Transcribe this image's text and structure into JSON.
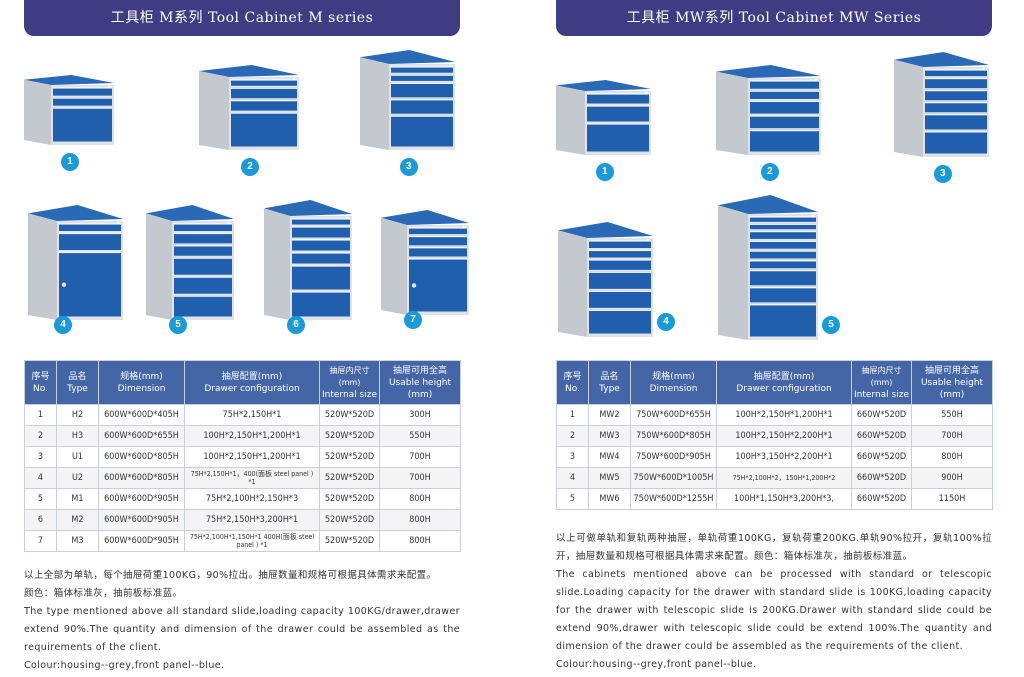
{
  "left": {
    "banner": "工具柜 M系列 Tool Cabinet M series",
    "cabinets": [
      {
        "num": "1",
        "drawers": [
          0.18,
          0.18,
          0.64
        ],
        "door": false
      },
      {
        "num": "2",
        "drawers": [
          0.12,
          0.18,
          0.18,
          0.52
        ],
        "door": false
      },
      {
        "num": "3",
        "drawers": [
          0.1,
          0.1,
          0.2,
          0.2,
          0.4
        ],
        "door": false
      },
      {
        "num": "4",
        "drawers": [
          0.1,
          0.2,
          0.7
        ],
        "door": true
      },
      {
        "num": "5",
        "drawers": [
          0.1,
          0.13,
          0.13,
          0.2,
          0.2,
          0.24
        ],
        "door": false
      },
      {
        "num": "6",
        "drawers": [
          0.08,
          0.13,
          0.13,
          0.13,
          0.26,
          0.27
        ],
        "door": false
      },
      {
        "num": "7",
        "drawers": [
          0.1,
          0.13,
          0.13,
          0.64
        ],
        "door": true
      }
    ],
    "table": {
      "headers": [
        {
          "cn": "序号",
          "en": "No."
        },
        {
          "cn": "品名",
          "en": "Type"
        },
        {
          "cn": "规格(mm)",
          "en": "Dimension"
        },
        {
          "cn": "抽屉配置(mm)",
          "en": "Drawer configuration"
        },
        {
          "cn": "抽屉内尺寸(mm)",
          "en": "Internal size"
        },
        {
          "cn": "抽屉可用全高",
          "en": "Usable height (mm)"
        }
      ],
      "rows": [
        {
          "no": "1",
          "type": "H2",
          "dim": "600W*600D*405H",
          "config": "75H*2,150H*1",
          "internal": "520W*520D",
          "height": "300H"
        },
        {
          "no": "2",
          "type": "H3",
          "dim": "600W*600D*655H",
          "config": "100H*2,150H*1,200H*1",
          "internal": "520W*520D",
          "height": "550H"
        },
        {
          "no": "3",
          "type": "U1",
          "dim": "600W*600D*805H",
          "config": "100H*2,150H*1,200H*1",
          "internal": "520W*520D",
          "height": "700H"
        },
        {
          "no": "4",
          "type": "U2",
          "dim": "600W*600D*805H",
          "config": "75H*2,150H*1，400(面板 steel panel ) *1",
          "internal": "520W*520D",
          "height": "700H",
          "small": true
        },
        {
          "no": "5",
          "type": "M1",
          "dim": "600W*600D*905H",
          "config": "75H*2,100H*2,150H*3",
          "internal": "520W*520D",
          "height": "800H"
        },
        {
          "no": "6",
          "type": "M2",
          "dim": "600W*600D*905H",
          "config": "75H*2,150H*3,200H*1",
          "internal": "520W*520D",
          "height": "800H"
        },
        {
          "no": "7",
          "type": "M3",
          "dim": "600W*600D*905H",
          "config": "75H*2,100H*1,150H*1 400H(面板 steel panel ) *1",
          "internal": "520W*520D",
          "height": "800H",
          "small": true
        }
      ]
    },
    "notes": [
      "以上全部为单轨，每个抽屉荷重100KG，90%拉出。抽屉数量和规格可根据具体需求来配置。",
      "颜色：箱体标准灰，抽前板标准蓝。",
      "The type mentioned above all standard slide,loading capacity 100KG/drawer,drawer extend 90%.The quantity and dimension of the drawer could be assembled as the requirements of the client.",
      "Colour:housing--grey,front panel--blue."
    ]
  },
  "right": {
    "banner": "工具柜 MW系列 Tool Cabinet  MW Series",
    "cabinets": [
      {
        "num": "1",
        "drawers": [
          0.2,
          0.3,
          0.5
        ],
        "door": false
      },
      {
        "num": "2",
        "drawers": [
          0.14,
          0.14,
          0.2,
          0.2,
          0.32
        ],
        "door": false
      },
      {
        "num": "3",
        "drawers": [
          0.1,
          0.14,
          0.14,
          0.14,
          0.2,
          0.28
        ],
        "door": false
      },
      {
        "num": "4",
        "drawers": [
          0.1,
          0.1,
          0.13,
          0.2,
          0.2,
          0.27
        ],
        "door": false
      },
      {
        "num": "5",
        "drawers": [
          0.06,
          0.06,
          0.08,
          0.08,
          0.08,
          0.08,
          0.14,
          0.14,
          0.28
        ],
        "door": false
      }
    ],
    "table": {
      "headers": [
        {
          "cn": "序号",
          "en": "No."
        },
        {
          "cn": "品名",
          "en": "Type"
        },
        {
          "cn": "规格(mm)",
          "en": "Dimension"
        },
        {
          "cn": "抽屉配置(mm)",
          "en": "Drawer configuration"
        },
        {
          "cn": "抽屉内尺寸(mm)",
          "en": "Internal size"
        },
        {
          "cn": "抽屉可用全高",
          "en": "Usable height (mm)"
        }
      ],
      "rows": [
        {
          "no": "1",
          "type": "MW2",
          "dim": "750W*600D*655H",
          "config": "100H*2,150H*1,200H*1",
          "internal": "660W*520D",
          "height": "550H"
        },
        {
          "no": "2",
          "type": "MW3",
          "dim": "750W*600D*805H",
          "config": "100H*2,150H*2,200H*1",
          "internal": "660W*520D",
          "height": "700H"
        },
        {
          "no": "3",
          "type": "MW4",
          "dim": "750W*600D*905H",
          "config": "100H*3,150H*2,200H*1",
          "internal": "660W*520D",
          "height": "800H"
        },
        {
          "no": "4",
          "type": "MW5",
          "dim": "750W*600D*1005H",
          "config": "75H*2,100H*2，150H*1,200H*2",
          "internal": "660W*520D",
          "height": "900H",
          "small": true
        },
        {
          "no": "5",
          "type": "MW6",
          "dim": "750W*600D*1255H",
          "config": "100H*1,150H*3,200H*3,",
          "internal": "660W*520D",
          "height": "1150H"
        }
      ]
    },
    "notes": [
      "以上可做单轨和复轨两种抽屉，单轨荷重100KG，复轨荷重200KG.单轨90%拉开，复轨100%拉开，抽屉数量和规格可根据具体需求来配置。颜色：箱体标准灰，抽前板标准蓝。",
      "The cabinets mentioned above can be processed with standard or telescopic slide.Loading capacity for the drawer with standard slide is 100KG,loading capacity for the drawer with telescopic slide is 200KG.Drawer with standard slide could be extend 90%,drawer with telescopic slide could be extend 100%.The quantity and dimension of the drawer could be assembled as the requirements of the client.",
      "Colour:housing--grey,front panel--blue."
    ]
  },
  "colors": {
    "banner": "#3f3c83",
    "drawer_blue": "#1f5fae",
    "housing_grey": "#c4c9cf",
    "table_header": "#4566a6",
    "badge": "#1a9ad6"
  }
}
